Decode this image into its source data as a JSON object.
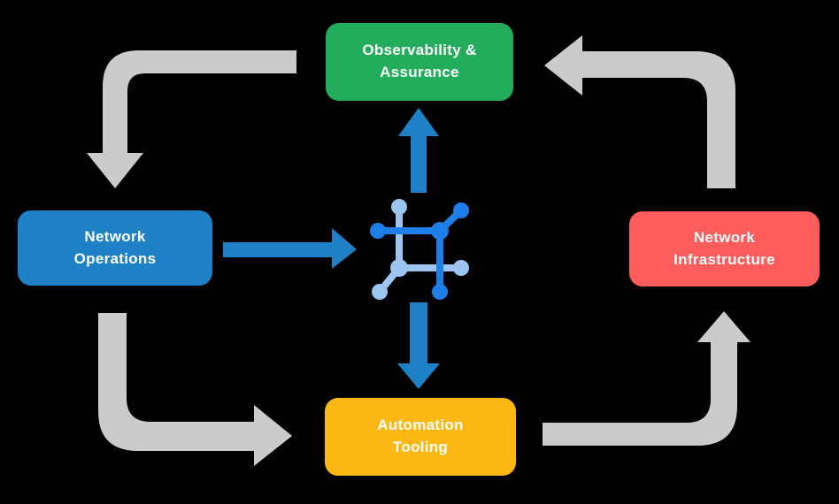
{
  "diagram": {
    "background_color": "#000000",
    "nodes": [
      {
        "id": "observability-assurance",
        "label": "Observability &\nAssurance",
        "color": "#23AC5C",
        "text_color": "#FFFFFF"
      },
      {
        "id": "network-operations",
        "label": "Network\nOperations",
        "color": "#1E81C6",
        "text_color": "#FFFFFF"
      },
      {
        "id": "network-infrastructure",
        "label": "Network\nInfrastructure",
        "color": "#FC5C5C",
        "text_color": "#FFFFFF"
      },
      {
        "id": "automation-tooling",
        "label": "Automation\nTooling",
        "color": "#FDB813",
        "text_color": "#FFFFFF"
      }
    ],
    "edges": [
      {
        "from": "observability-assurance",
        "to": "network-operations",
        "style": "gray-elbow"
      },
      {
        "from": "network-operations",
        "to": "automation-tooling",
        "style": "gray-elbow"
      },
      {
        "from": "automation-tooling",
        "to": "network-infrastructure",
        "style": "gray-elbow"
      },
      {
        "from": "network-infrastructure",
        "to": "observability-assurance",
        "style": "gray-elbow"
      },
      {
        "from": "network-operations",
        "to": "center-icon",
        "style": "blue-straight"
      },
      {
        "from": "center-icon",
        "to": "observability-assurance",
        "style": "blue-straight"
      },
      {
        "from": "center-icon",
        "to": "automation-tooling",
        "style": "blue-straight"
      }
    ],
    "center_icon": {
      "name": "network-mesh-icon",
      "dark_color": "#1E7FE8",
      "light_color": "#9CC5F2"
    },
    "colors": {
      "arrow_gray": "#CBCBCB",
      "arrow_blue": "#1E81C6"
    }
  }
}
